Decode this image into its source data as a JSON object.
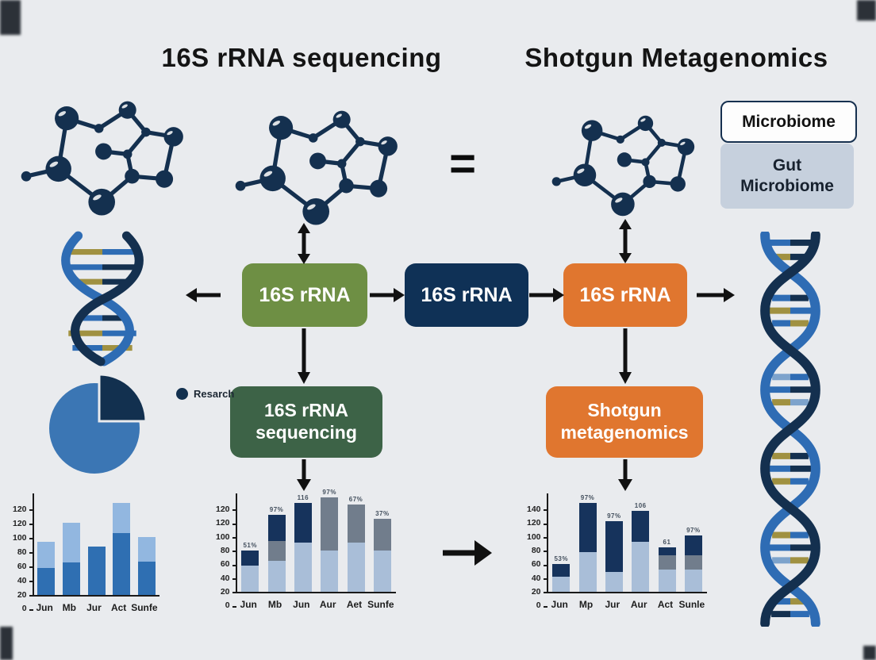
{
  "background_color": "#e9ebee",
  "titles": {
    "left": "16S rRNA sequencing",
    "right": "Shotgun Metagenomics"
  },
  "equals_sign": "=",
  "labels": {
    "microbiome": "Microbiome",
    "gut_microbiome": "Gut Microbiome"
  },
  "flow_boxes": {
    "rrna_green": "16S rRNA",
    "rrna_navy": "16S rRNA",
    "rrna_orange": "16S rRNA",
    "sequencing": "16S rRNA sequencing",
    "shotgun": "Shotgun metagenomics"
  },
  "colors": {
    "green_box": "#6e8f44",
    "navy_box": "#0f3156",
    "orange_box": "#e0762f",
    "dark_green_box": "#3d6347",
    "navy_ink": "#14304f",
    "gut_box_bg": "#c6d0dd",
    "pie_blue": "#3b76b4",
    "pie_navy": "#12304f",
    "helix_blue": "#2e6cb4",
    "helix_navy": "#14304f",
    "rung_gold": "#a09141"
  },
  "chart_data": [
    {
      "type": "pie",
      "legend_label": "Resarch",
      "legend_position": "right",
      "slices": [
        {
          "label": "Resarch",
          "fraction": 0.25,
          "color": "#12304f"
        },
        {
          "label": "",
          "fraction": 0.75,
          "color": "#3b76b4"
        }
      ]
    },
    {
      "type": "bar",
      "stacked": true,
      "categories": [
        "Jun",
        "Mb",
        "Jur",
        "Act",
        "Sunfe"
      ],
      "series": [
        {
          "name": "dark-blue",
          "color": "#2f6fb2",
          "values": [
            32,
            38,
            57,
            73,
            39
          ]
        },
        {
          "name": "light-blue",
          "color": "#92b7e0",
          "values": [
            31,
            47,
            0,
            36,
            29
          ]
        }
      ],
      "y_ticks": [
        "120",
        "120",
        "100",
        "80",
        "60",
        "40",
        "20",
        "0"
      ],
      "ymax": 120,
      "bar_labels": null,
      "title": "",
      "xlabel": "",
      "ylabel": ""
    },
    {
      "type": "bar",
      "stacked": true,
      "categories": [
        "Jun",
        "Mb",
        "Jun",
        "Aur",
        "Aet",
        "Sunfe"
      ],
      "series": [
        {
          "name": "light",
          "color": "#a9bed8",
          "values": [
            32,
            38,
            60,
            50,
            60,
            50
          ]
        },
        {
          "name": "gray",
          "color": "#717d8c",
          "values": [
            0,
            24,
            0,
            65,
            46,
            39
          ]
        },
        {
          "name": "navy",
          "color": "#16335c",
          "values": [
            18,
            32,
            48,
            0,
            0,
            0
          ]
        }
      ],
      "y_ticks": [
        "120",
        "120",
        "100",
        "80",
        "60",
        "40",
        "20",
        "0"
      ],
      "ymax": 120,
      "bar_labels": [
        "51%",
        "97%",
        "116",
        "97%",
        "67%",
        "37%"
      ],
      "title": "",
      "xlabel": "",
      "ylabel": ""
    },
    {
      "type": "bar",
      "stacked": true,
      "categories": [
        "Jun",
        "Mp",
        "Jur",
        "Aur",
        "Act",
        "Sunle"
      ],
      "series": [
        {
          "name": "light",
          "color": "#a9bed8",
          "values": [
            22,
            57,
            28,
            71,
            32,
            32
          ]
        },
        {
          "name": "gray",
          "color": "#717d8c",
          "values": [
            0,
            0,
            0,
            0,
            20,
            20
          ]
        },
        {
          "name": "navy",
          "color": "#16335c",
          "values": [
            18,
            70,
            73,
            44,
            11,
            28
          ]
        }
      ],
      "y_ticks": [
        "140",
        "120",
        "100",
        "80",
        "60",
        "40",
        "20",
        "0"
      ],
      "ymax": 140,
      "bar_labels": [
        "53%",
        "97%",
        "97%",
        "106",
        "61",
        "97%"
      ],
      "title": "",
      "xlabel": "",
      "ylabel": ""
    }
  ]
}
